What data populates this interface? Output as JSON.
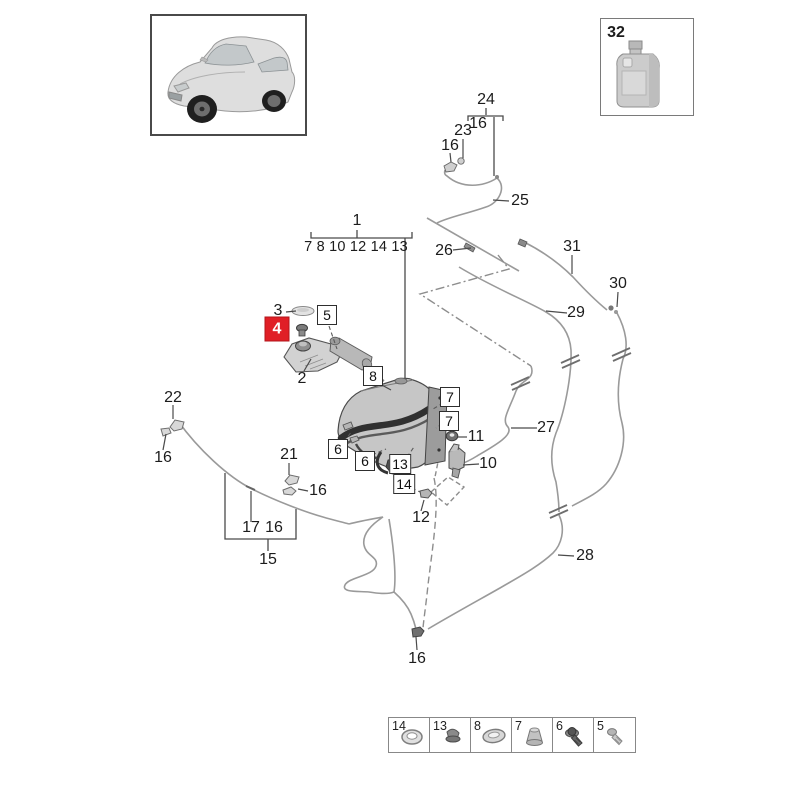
{
  "diagram_type": "vehicle-parts-exploded-diagram",
  "colors": {
    "highlight_red": "#e01f26",
    "hose_line": "#9a9a9a",
    "leader_line": "#4a4a4a",
    "label_text": "#1c1c1c"
  },
  "vehicle_thumbnail": {
    "name": "suv-3quarter-view"
  },
  "fluid_bottle_box": {
    "label": "32"
  },
  "assembly_group": {
    "label": "1",
    "members": "7 8 10 12 14 13"
  },
  "callouts": {
    "c1": "1",
    "c2": "2",
    "c3": "3",
    "c4": "4",
    "c5": "5",
    "c6": "6",
    "c7": "7",
    "c8": "8",
    "c10": "10",
    "c11": "11",
    "c12": "12",
    "c13": "13",
    "c14": "14",
    "c15": "15",
    "c16": "16",
    "c17": "17",
    "c21": "21",
    "c22": "22",
    "c23": "23",
    "c24": "24",
    "c25": "25",
    "c26": "26",
    "c27": "27",
    "c28": "28",
    "c29": "29",
    "c30": "30",
    "c31": "31",
    "c32": "32"
  },
  "legend": {
    "items": [
      {
        "num": "14",
        "icon": "grommet-ring-icon"
      },
      {
        "num": "13",
        "icon": "cap-nut-icon"
      },
      {
        "num": "8",
        "icon": "oval-grommet-icon"
      },
      {
        "num": "7",
        "icon": "plug-cap-icon"
      },
      {
        "num": "6",
        "icon": "screw-washer-icon"
      },
      {
        "num": "5",
        "icon": "screw-icon"
      }
    ]
  }
}
